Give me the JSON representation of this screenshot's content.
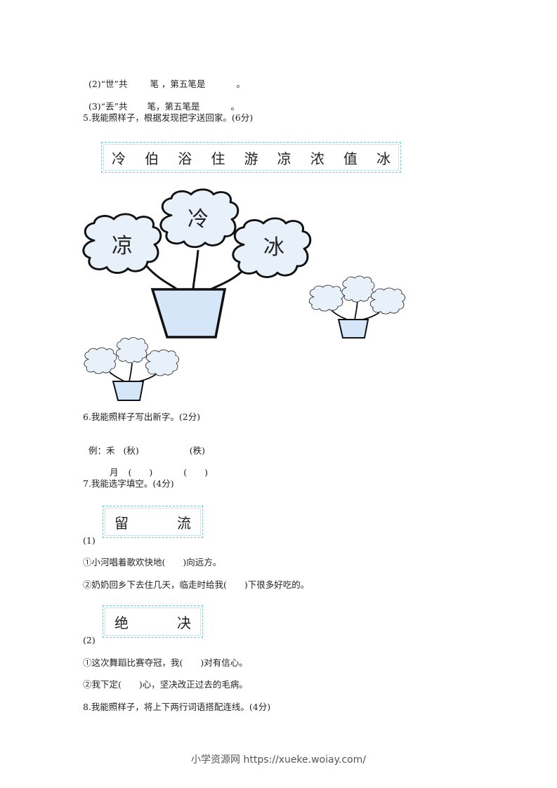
{
  "q4": {
    "sub2": {
      "prefix": "(2)“世”共",
      "mid": "笔 ，第五笔是",
      "end": "。"
    },
    "sub3": {
      "prefix": "(3)“丢”共",
      "mid": "笔，第五笔是",
      "end": "。"
    }
  },
  "q5": {
    "title": "5.我能照样子，根据发现把字送回家。(6分)",
    "word_bank": [
      "冷",
      "伯",
      "浴",
      "住",
      "游",
      "凉",
      "浓",
      "值",
      "冰"
    ],
    "big_pot": {
      "flowers": [
        "凉",
        "冷",
        "冰"
      ]
    },
    "small_pots": [
      {
        "flowers": [
          "",
          "",
          ""
        ]
      },
      {
        "flowers": [
          "",
          "",
          ""
        ]
      }
    ],
    "colors": {
      "flower_fill": "#e8f0fa",
      "pot_fill": "#d4e6f7",
      "outline": "#111111",
      "frame": "#7cc3d6"
    }
  },
  "q6": {
    "title": "6.我能照样子写出新字。(2分)",
    "example_row": {
      "label": "例：禾",
      "a": "(秋)",
      "b": "(秩)"
    },
    "row2": {
      "label": "月",
      "a": "(　　)",
      "b": "(　　)"
    }
  },
  "q7": {
    "title": "7.我能选字填空。(4分)",
    "part1": {
      "label": "(1)",
      "choices": [
        "留",
        "流"
      ],
      "s1": "①小河唱着歌欢快地(　　)向远方。",
      "s2": "②奶奶回乡下去住几天，临走时给我(　　)下很多好吃的。"
    },
    "part2": {
      "label": "(2)",
      "choices": [
        "绝",
        "决"
      ],
      "s1": "①这次舞蹈比赛夺冠，我(　　)对有信心。",
      "s2": "②我下定(　　)心，坚决改正过去的毛病。"
    }
  },
  "q8": {
    "title": "8.我能照样子，将上下两行词语搭配连线。(4分)"
  },
  "footer": {
    "text": "小学资源网 https://xueke.woiay.com/"
  }
}
